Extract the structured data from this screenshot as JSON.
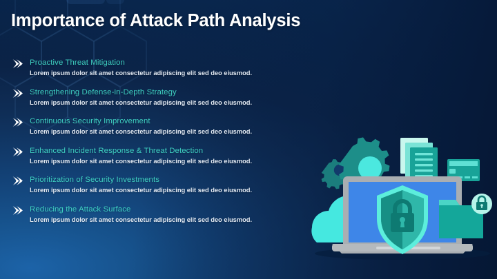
{
  "slide": {
    "title": "Importance of Attack Path Analysis",
    "background": {
      "primary_color": "#134277",
      "deep_color": "#072042",
      "accent_light": "#1c63a8"
    },
    "theme": {
      "heading_color": "#3fd0c2",
      "body_color": "#e2e9f2",
      "bullet_color": "#ffffff",
      "teal": "#17a398",
      "teal_light": "#3fd0c2",
      "mint": "#4ef0dc",
      "cyan": "#45e8e0",
      "screen_blue": "#3e86e8",
      "laptop_gray": "#a9aeb2"
    }
  },
  "bullets": [
    {
      "marker": "chevron-right-icon",
      "title": "Proactive Threat Mitigation",
      "desc": "Lorem ipsum dolor sit amet consectetur adipiscing elit sed deo eiusmod."
    },
    {
      "marker": "chevron-right-icon",
      "title": "Strengthening Defense-in-Depth Strategy",
      "desc": "Lorem ipsum dolor sit amet consectetur adipiscing elit sed deo eiusmod."
    },
    {
      "marker": "chevron-right-icon",
      "title": "Continuous Security Improvement",
      "desc": "Lorem ipsum dolor sit amet consectetur adipiscing elit sed deo eiusmod."
    },
    {
      "marker": "chevron-right-icon",
      "title": "Enhanced Incident Response & Threat Detection",
      "desc": "Lorem ipsum dolor sit amet consectetur adipiscing elit sed deo eiusmod."
    },
    {
      "marker": "chevron-right-icon",
      "title": "Prioritization of Security Investments",
      "desc": "Lorem ipsum dolor sit amet consectetur adipiscing elit sed deo eiusmod."
    },
    {
      "marker": "chevron-right-icon",
      "title": "Reducing the Attack Surface",
      "desc": "Lorem ipsum dolor sit amet consectetur adipiscing elit sed deo eiusmod."
    }
  ],
  "illustration": {
    "name": "cyber-security-illustration",
    "elements": [
      "laptop-icon",
      "shield-lock-icon",
      "gear-large-icon",
      "gear-small-icon",
      "documents-stack-icon",
      "credit-card-icon",
      "cloud-icon",
      "locked-folder-icon"
    ]
  }
}
